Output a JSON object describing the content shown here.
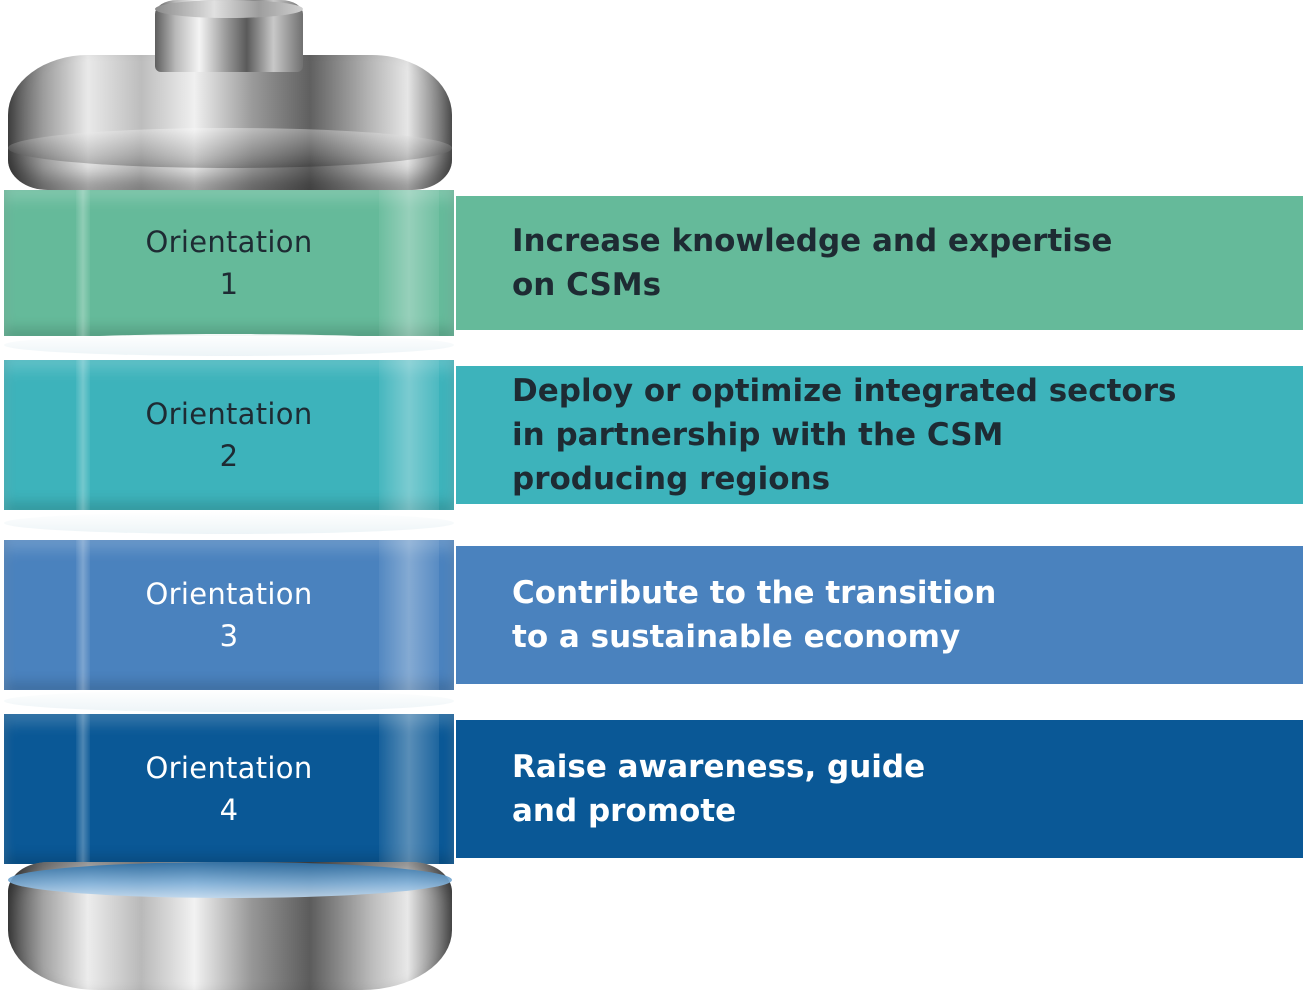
{
  "colors": {
    "orientation_1": "#65BA9A",
    "orientation_2": "#3DB3BB",
    "orientation_3": "#4A82BE",
    "orientation_4": "#0A5896",
    "label_dark_text": "#1e2b33",
    "label_light_text": "#ffffff"
  },
  "orientations": [
    {
      "label": "Orientation\n1",
      "description": "Increase knowledge and expertise\non CSMs"
    },
    {
      "label": "Orientation\n2",
      "description": "Deploy or optimize integrated sectors\nin partnership with the CSM\nproducing regions"
    },
    {
      "label": "Orientation\n3",
      "description": "Contribute to the transition\nto a sustainable economy"
    },
    {
      "label": "Orientation\n4",
      "description": "Raise awareness, guide\nand promote"
    }
  ]
}
